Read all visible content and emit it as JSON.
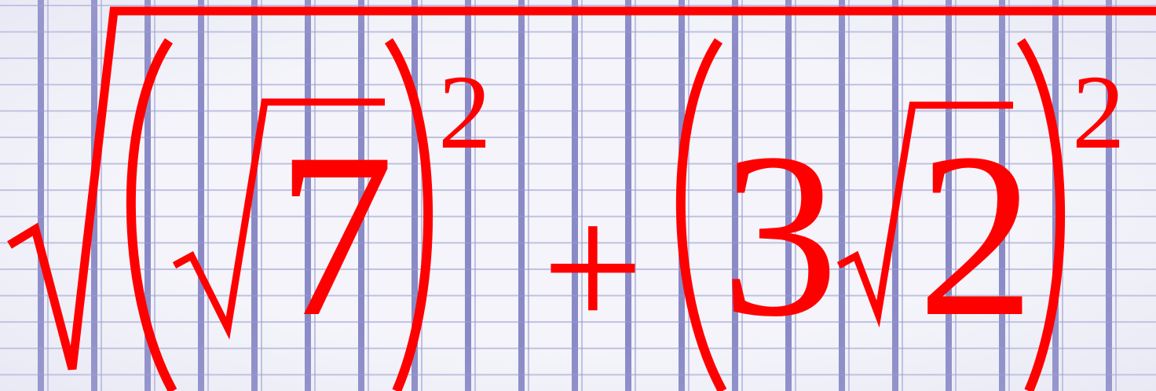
{
  "formula": {
    "inner_radicand_1": "7",
    "exponent_1": "2",
    "operator": "+",
    "coefficient": "3",
    "inner_radicand_2": "2",
    "exponent_2": "2"
  },
  "colors": {
    "ink": "#ff0000",
    "grid_thin": "#9696cd",
    "grid_thick": "#7878be",
    "paper": "#f4f4fa"
  }
}
